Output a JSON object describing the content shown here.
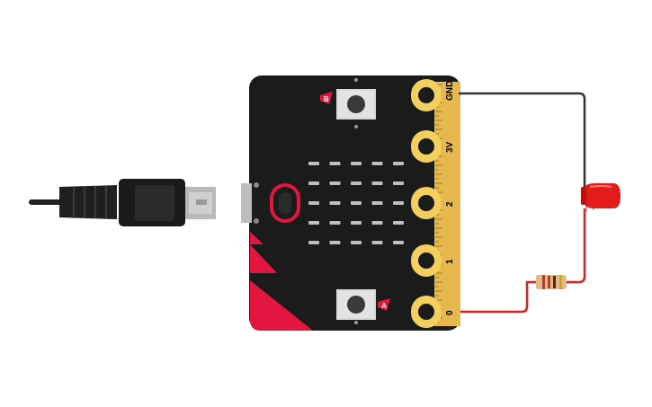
{
  "board": {
    "pins": [
      {
        "label": "GND"
      },
      {
        "label": "3V"
      },
      {
        "label": "2"
      },
      {
        "label": "1"
      },
      {
        "label": "0"
      }
    ],
    "button_a_label": "A",
    "button_b_label": "B"
  },
  "colors": {
    "board": "#1b1b1b",
    "accent": "#e3163f",
    "gold": "#f3cf5e",
    "ruler": "#e6b84d",
    "wire_black": "#333333",
    "wire_red": "#e01e1e",
    "led": "#e31b1b"
  },
  "components": {
    "usb_cable": "usb-cable-icon",
    "led": "led-icon",
    "resistor": "resistor-icon"
  }
}
